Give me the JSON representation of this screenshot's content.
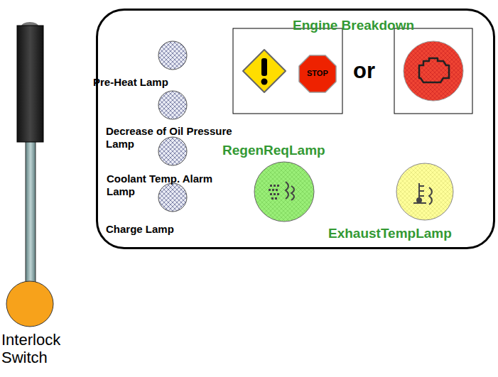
{
  "diagram": {
    "nodes": [
      {
        "text": [
          "Engine Breakdown"
        ]
      },
      {
        "text": [
          "STOP"
        ],
        "in": 0
      }
    ],
    "labels": [
      "Pre-Heat Lamp",
      "Decrease of Oil Pressure Lamp",
      "Coolant Temp. Alarm Lamp",
      "Charge Lamp",
      "or",
      "RegenReqLamp",
      "ExhaustTempLamp",
      "Interlock Switch"
    ]
  }
}
